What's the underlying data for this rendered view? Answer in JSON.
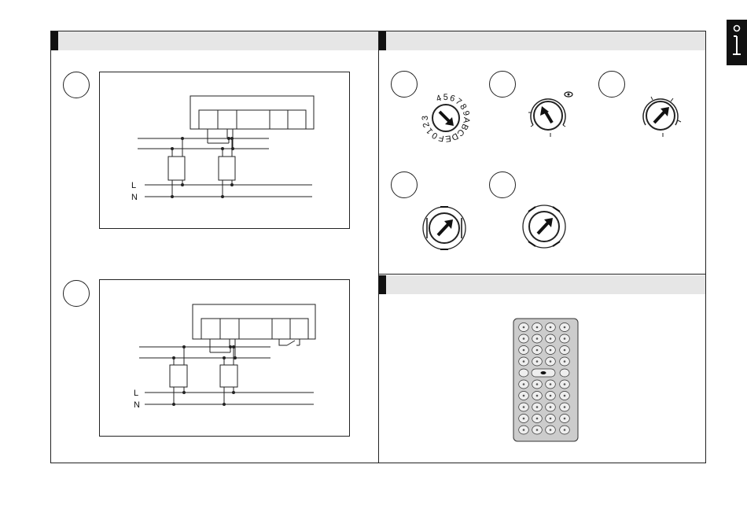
{
  "info_tab": {
    "icon": "info-icon"
  },
  "wiring": {
    "line_label": "L",
    "neutral_label": "N"
  },
  "dial": {
    "hex_digits": [
      "4",
      "5",
      "6",
      "7",
      "8",
      "9",
      "A",
      "B",
      "C",
      "D",
      "E",
      "F",
      "0",
      "1",
      "2",
      "3"
    ]
  },
  "remote": {
    "icon": "remote-control-icon"
  },
  "colors": {
    "frame": "#222222",
    "header_bar": "#e6e6e6",
    "header_block": "#111111",
    "remote_body": "#cccccc"
  }
}
